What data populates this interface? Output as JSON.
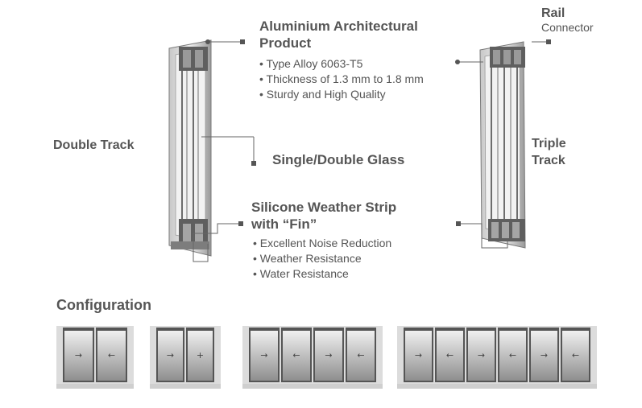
{
  "product": {
    "title_line1": "Aluminium Architectural",
    "title_line2": "Product",
    "bullets": [
      "Type Alloy 6063-T5",
      "Thickness of 1.3 mm to 1.8 mm",
      "Sturdy and High Quality"
    ]
  },
  "rail": {
    "title": "Rail",
    "subtitle": "Connector"
  },
  "double_track": {
    "label": "Double Track"
  },
  "glass": {
    "label": "Single/Double Glass"
  },
  "triple_track": {
    "line1": "Triple",
    "line2": "Track"
  },
  "strip": {
    "title_line1": "Silicone Weather Strip",
    "title_line2": "with “Fin”",
    "bullets": [
      "Excellent Noise Reduction",
      "Weather Resistance",
      "Water Resistance"
    ]
  },
  "configuration": {
    "heading": "Configuration",
    "groups": [
      {
        "panels": [
          "→",
          "←"
        ]
      },
      {
        "panels": [
          "→",
          "+"
        ]
      },
      {
        "panels": [
          "→",
          "←",
          "→",
          "←"
        ]
      },
      {
        "panels": [
          "→",
          "←",
          "→",
          "←",
          "→",
          "←"
        ]
      }
    ]
  },
  "colors": {
    "text": "#555555",
    "frame": "#8a8a8a",
    "glass": "#c9c9c9",
    "ground": "#dcdcdc"
  }
}
